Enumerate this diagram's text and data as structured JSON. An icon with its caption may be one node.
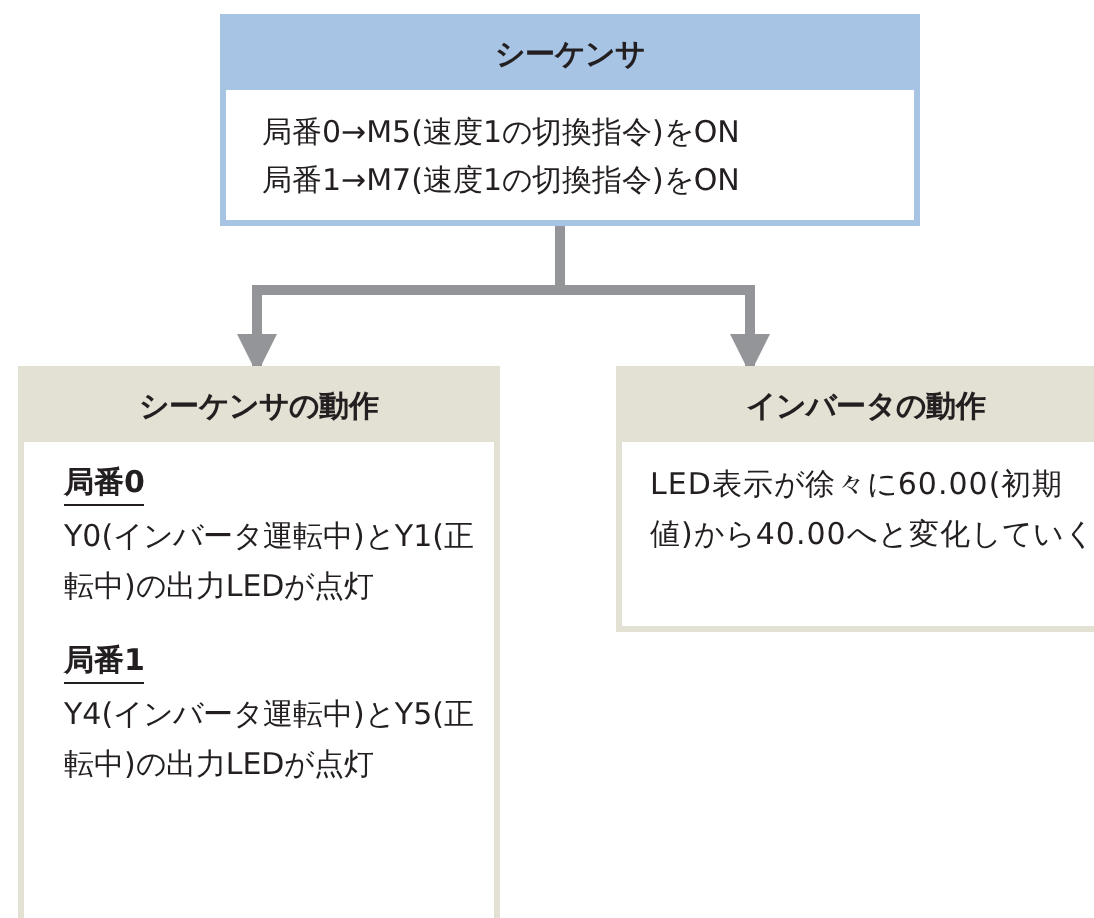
{
  "diagram": {
    "nodes": [
      {
        "text": [
          "シーケンサ",
          "局番0→M5(速度1の切換指令)をON",
          "局番1→M7(速度1の切換指令)をON"
        ]
      },
      {
        "text": [
          "シーケンサの動作",
          "局番0",
          "Y0(インバータ運転中)とY1(正転中)の出力LEDが点灯",
          "局番1",
          "Y4(インバータ運転中)とY5(正転中)の出力LEDが点灯"
        ]
      },
      {
        "text": [
          "インバータの動作",
          "LED表示が徐々に60.00(初期値)から40.00へと変化していく"
        ]
      }
    ],
    "edges": [
      {
        "from": 0,
        "to": 1,
        "arrow": "to"
      },
      {
        "from": 0,
        "to": 2,
        "arrow": "to"
      }
    ]
  }
}
